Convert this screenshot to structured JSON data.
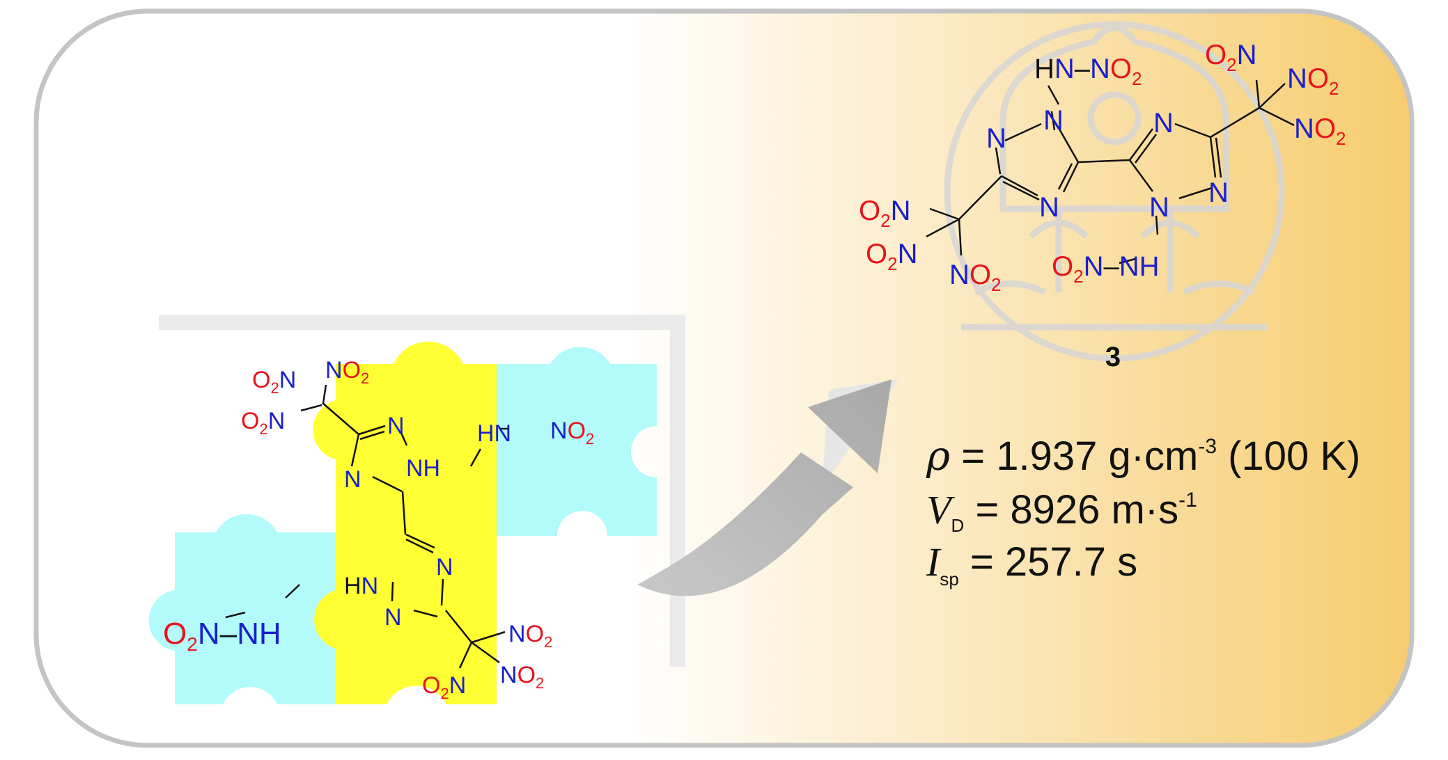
{
  "colors": {
    "nitro": "#e8141c",
    "nitrogen": "#1a20c8",
    "bond": "#111111",
    "puzzle_yellow": "#ffff33",
    "puzzle_cyan": "#b3fbfb",
    "gradient_start": "#ffffff",
    "gradient_end": "#f6cc6e",
    "frame": "#c4c4c4",
    "arrow": "#b8b8b8"
  },
  "left_molecule": {
    "labels": {
      "o2n_top_a": "O",
      "o2n_top_a_sub": "2",
      "o2n_top_a_n": "N",
      "no2_top_n": "N",
      "no2_top_o": "O",
      "no2_top_sub": "2",
      "o2n_top_b": "O",
      "o2n_top_b_sub": "2",
      "o2n_top_b_n": "N",
      "ring1_n_top": "N",
      "ring1_nh": "NH",
      "ring1_n_left": "N",
      "hn": "HN",
      "hn_no2_n": "N",
      "hn_no2_o": "O",
      "hn_no2_sub": "2",
      "ring2_n_right": "N",
      "ring2_hn_h": "H",
      "ring2_hn_n": "N",
      "ring2_n_bottom": "N",
      "o2n_nh_o": "O",
      "o2n_nh_sub": "2",
      "o2n_nh_n": "N",
      "o2n_nh_nh": "NH",
      "no2_bot_a_n": "N",
      "no2_bot_a_o": "O",
      "no2_bot_a_sub": "2",
      "o2n_bot_o": "O",
      "o2n_bot_sub": "2",
      "o2n_bot_n": "N",
      "no2_bot_b_n": "N",
      "no2_bot_b_o": "O",
      "no2_bot_b_sub": "2"
    }
  },
  "right_molecule": {
    "compound_number": "3",
    "labels": {
      "h": "H",
      "hn_n": "N",
      "no2_a_n": "N",
      "no2_a_o": "O",
      "no2_a_sub": "2",
      "o2n_tr_o": "O",
      "o2n_tr_sub": "2",
      "o2n_tr_n": "N",
      "no2_r1_n": "N",
      "no2_r1_o": "O",
      "no2_r1_sub": "2",
      "no2_r2_n": "N",
      "no2_r2_o": "O",
      "no2_r2_sub": "2",
      "ring_l_n1": "N",
      "ring_l_n2": "N",
      "ring_l_n3": "N",
      "ring_r_n1": "N",
      "ring_r_n2": "N",
      "ring_r_n3": "N",
      "o2n_l1_o": "O",
      "o2n_l1_sub": "2",
      "o2n_l1_n": "N",
      "o2n_l2_o": "O",
      "o2n_l2_sub": "2",
      "o2n_l2_n": "N",
      "no2_l3_n": "N",
      "no2_l3_o": "O",
      "no2_l3_sub": "2",
      "o2n_nh_o": "O",
      "o2n_nh_sub": "2",
      "o2n_nh_n": "N",
      "o2n_nh_nh": "NH"
    }
  },
  "properties": {
    "density": {
      "symbol": "ρ",
      "text": " = 1.937 g·cm",
      "exp": "-3",
      "tail": " (100 K)"
    },
    "velocity": {
      "symbol": "V",
      "sub": "D",
      "text": " = 8926 m·s",
      "exp": "-1"
    },
    "impulse": {
      "symbol": "I",
      "sub": "sp",
      "text": " = 257.7 s"
    }
  }
}
